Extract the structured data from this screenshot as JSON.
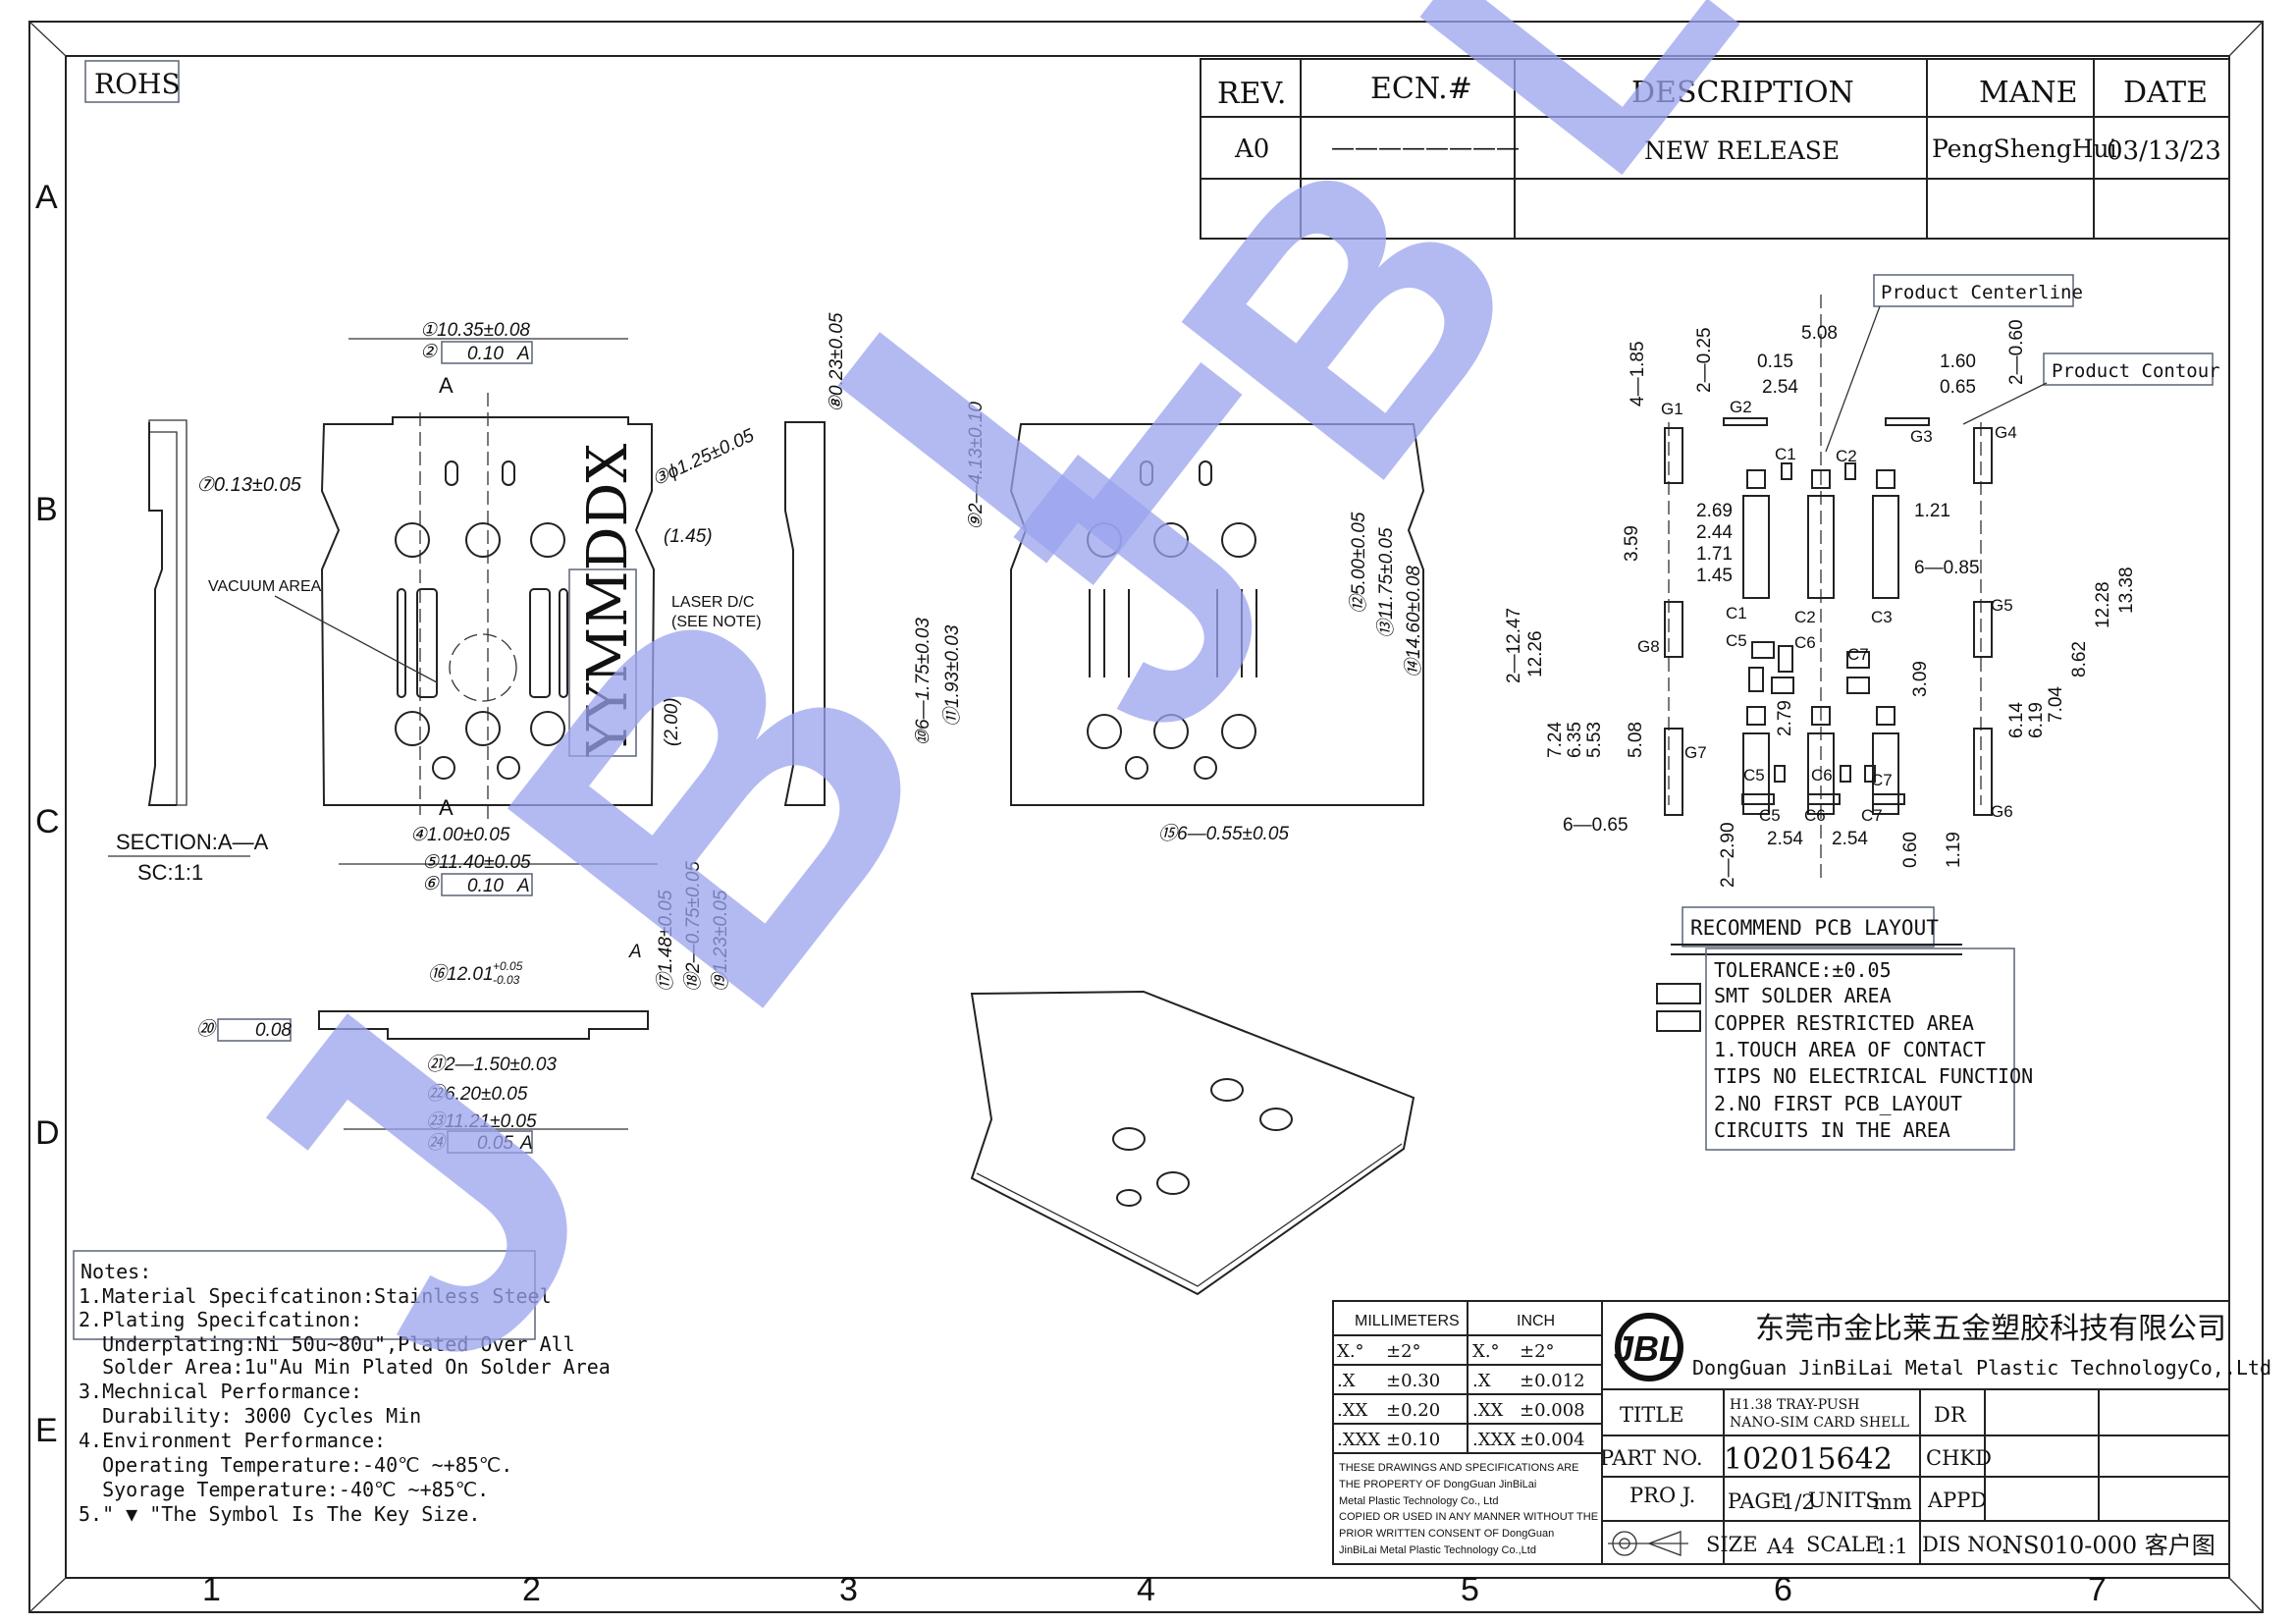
{
  "rohs": "ROHS",
  "zones": {
    "rows": [
      "A",
      "B",
      "C",
      "D",
      "E"
    ],
    "cols": [
      "1",
      "2",
      "3",
      "4",
      "5",
      "6",
      "7"
    ]
  },
  "revision": {
    "headers": {
      "rev": "REV.",
      "ecn": "ECN.#",
      "description": "DESCRIPTION",
      "name": "MANE",
      "date": "DATE"
    },
    "row": {
      "rev": "A0",
      "ecn": "————————",
      "description": "NEW RELEASE",
      "name": "PengShengHui",
      "date": "03/13/23"
    }
  },
  "watermark": {
    "text": "JBL",
    "color": "#9aa3ee"
  },
  "views": {
    "section_title": "SECTION:A—A",
    "section_scale": "SC:1:1",
    "section_mark": "A",
    "vacuum_area": "VACUUM AREA",
    "laser_dc": "LASER D/C",
    "see_note": "(SEE NOTE)",
    "date_code": "YYMMDDX",
    "datum": "A"
  },
  "dims_top": [
    "①10.35±0.08",
    "②",
    "0.10",
    "A",
    "③ϕ1.25±0.05",
    "(1.45)",
    "(2.00)",
    "④1.00±0.05",
    "⑤11.40±0.05",
    "⑥",
    "0.10",
    "A",
    "⑦0.13±0.05",
    "⑧0.23±0.05"
  ],
  "dims_bottom": [
    "⑨2—4.13±0.10",
    "⑩6—1.75±0.03",
    "⑪1.93±0.03",
    "⑫5.00±0.05",
    "⑬11.75±0.05",
    "⑭14.60±0.08",
    "⑮6—0.55±0.05"
  ],
  "dims_front": [
    "⑯12.01",
    "+0.05",
    "-0.03",
    "⑰1.48±0.05",
    "⑱2—0.75±0.05",
    "⑲1.23±0.05",
    "⑳",
    "0.08",
    "㉑2—1.50±0.03",
    "㉒6.20±0.05",
    "㉓11.21±0.05",
    "㉔",
    "0.05",
    "A"
  ],
  "pcb": {
    "callouts": {
      "centerline": "Product Centerline",
      "contour": "Product Contour"
    },
    "pads": [
      "G1",
      "G2",
      "G3",
      "G4",
      "G5",
      "G6",
      "G7",
      "G8",
      "C1",
      "C2",
      "C1",
      "C2",
      "C3",
      "C5",
      "C6",
      "C7",
      "C5",
      "C6",
      "C7",
      "C5",
      "C6",
      "C7"
    ],
    "dims": [
      "4—1.85",
      "2—0.25",
      "5.08",
      "0.15",
      "2.54",
      "1.60",
      "0.65",
      "2—0.60",
      "2.69",
      "2.44",
      "1.71",
      "1.45",
      "3.59",
      "1.21",
      "6—0.85",
      "2—12.47",
      "12.26",
      "7.24",
      "6.35",
      "5.53",
      "5.08",
      "2.79",
      "3.09",
      "6.14",
      "6.19",
      "7.04",
      "8.62",
      "12.28",
      "13.38",
      "6—0.65",
      "2—2.90",
      "2.54",
      "2.54",
      "0.60",
      "1.19"
    ],
    "legend_title": "RECOMMEND PCB LAYOUT",
    "tolerance": "TOLERANCE:±0.05",
    "smt": "SMT SOLDER AREA",
    "copper": "COPPER RESTRICTED AREA",
    "notes": [
      "1.TOUCH AREA OF CONTACT",
      "TIPS NO ELECTRICAL FUNCTION",
      "2.NO FIRST PCB_LAYOUT",
      "CIRCUITS IN THE AREA"
    ]
  },
  "notes": [
    "Notes:",
    "1.Material Specifcatinon:Stainless Steel",
    "2.Plating Specifcatinon:",
    "  Underplating:Ni 50u~80u\",Plated Over All",
    "  Solder Area:1u\"Au Min Plated On Solder Area",
    "3.Mechnical Performance:",
    "  Durability: 3000 Cycles Min",
    "4.Environment Performance:",
    "  Operating Temperature:-40℃ ~+85℃.",
    "  Syorage Temperature:-40℃ ~+85℃.",
    "5.\" ▼ \"The Symbol Is The Key Size."
  ],
  "title_block": {
    "tolerance_headers": {
      "mm": "MILLIMETERS",
      "inch": "INCH"
    },
    "tolerances": [
      {
        "mm_k": "X.°",
        "mm_v": "±2°",
        "in_k": "X.°",
        "in_v": "±2°"
      },
      {
        "mm_k": ".X",
        "mm_v": "±0.30",
        "in_k": ".X",
        "in_v": "±0.012"
      },
      {
        "mm_k": ".XX",
        "mm_v": "±0.20",
        "in_k": ".XX",
        "in_v": "±0.008"
      },
      {
        "mm_k": ".XXX",
        "mm_v": "±0.10",
        "in_k": ".XXX",
        "in_v": "±0.004"
      }
    ],
    "disclaimer": [
      "THESE DRAWINGS AND SPECIFICATIONS ARE",
      "THE PROPERTY OF DongGuan JinBiLai",
      "Metal Plastic Technology Co., Ltd",
      "COPIED OR USED IN ANY MANNER WITHOUT THE",
      "PRIOR WRITTEN CONSENT OF DongGuan",
      "JinBiLai Metal Plastic Technology Co.,Ltd"
    ],
    "logo": "JBL",
    "company_cn": "东莞市金比莱五金塑胶科技有限公司",
    "company_en": "DongGuan JinBiLai Metal Plastic TechnologyCo,.Ltd",
    "title_label": "TITLE",
    "title_value": [
      "H1.38 TRAY-PUSH",
      "NANO-SIM CARD SHELL"
    ],
    "part_label": "PART NO.",
    "part_value": "102015642",
    "proj_label": "PRO J.",
    "page_label": "PAGE",
    "page_value": "1/2",
    "units_label": "UNITS",
    "units_value": "mm",
    "size_label": "SIZE",
    "size_value": "A4",
    "scale_label": "SCALE",
    "scale_value": "1:1",
    "dis_label": "DIS NO.",
    "dis_value": "NS010-000 客户图",
    "dr": "DR",
    "chkd": "CHKD",
    "appd": "APPD"
  }
}
